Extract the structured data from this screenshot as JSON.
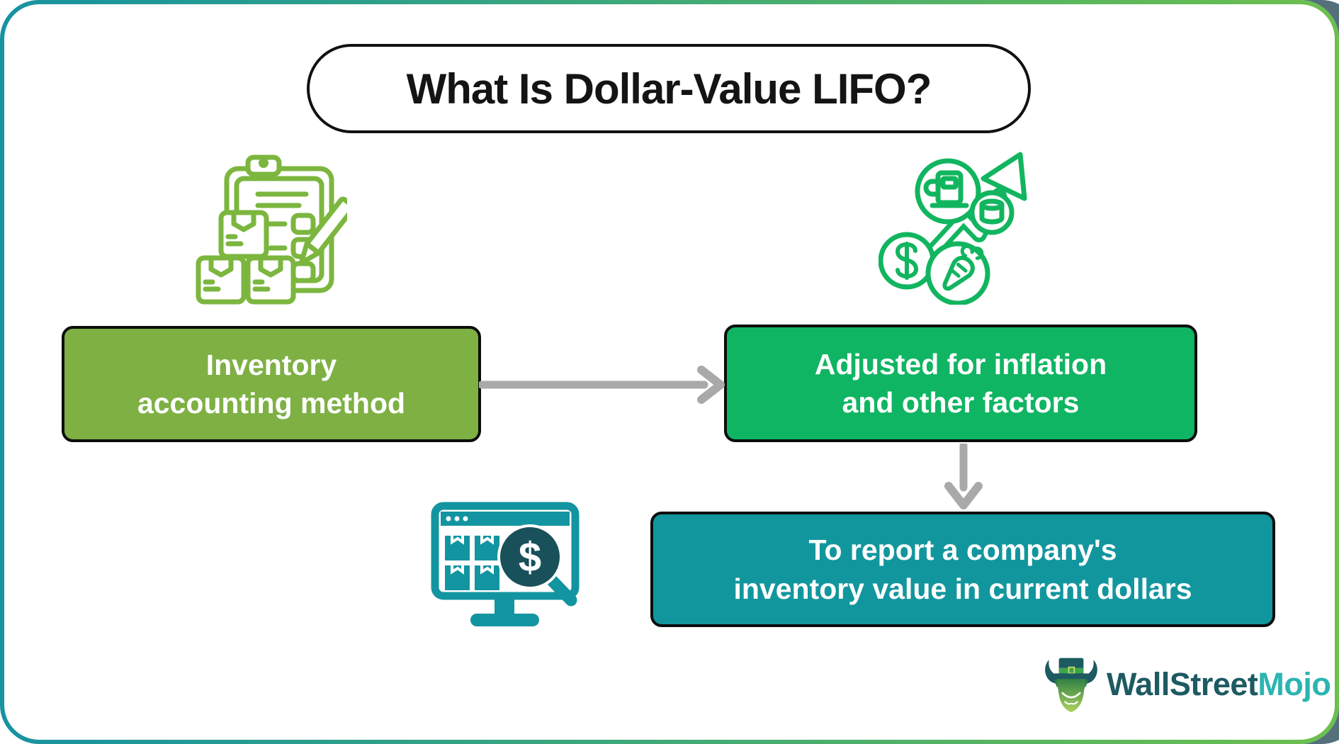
{
  "title": "What Is Dollar-Value LIFO?",
  "flow": {
    "inventory_box": {
      "line1": "Inventory",
      "line2": "accounting method",
      "color": "#7EB044"
    },
    "adjusted_box": {
      "line1": "Adjusted for inflation",
      "line2": "and other factors",
      "color": "#0FB562"
    },
    "report_box": {
      "line1": "To report a company's",
      "line2": "inventory value in current dollars",
      "color": "#12969E"
    }
  },
  "icons": {
    "clipboard": "clipboard-checklist-packages-pencil-icon",
    "inflation": "rising-prices-arrow-fuel-oil-dollar-carrot-icon",
    "monitor": "monitor-inventory-dollar-magnifier-icon"
  },
  "logo": {
    "wallstreet": "WallStreet",
    "mojo": "Mojo"
  },
  "colors": {
    "frame_teal": "#1793A1",
    "frame_green": "#6CC04D",
    "frame_shadow": "#53707B",
    "clipboard_icon_green": "#7CB63F",
    "inflation_icon_green": "#12B55F",
    "monitor_teal": "#1295A0",
    "monitor_dark": "#19515B",
    "arrow_gray": "#A9A9A9",
    "title_text": "#141414",
    "logo_dark": "#1D5A62",
    "logo_teal": "#2BB5B2"
  }
}
